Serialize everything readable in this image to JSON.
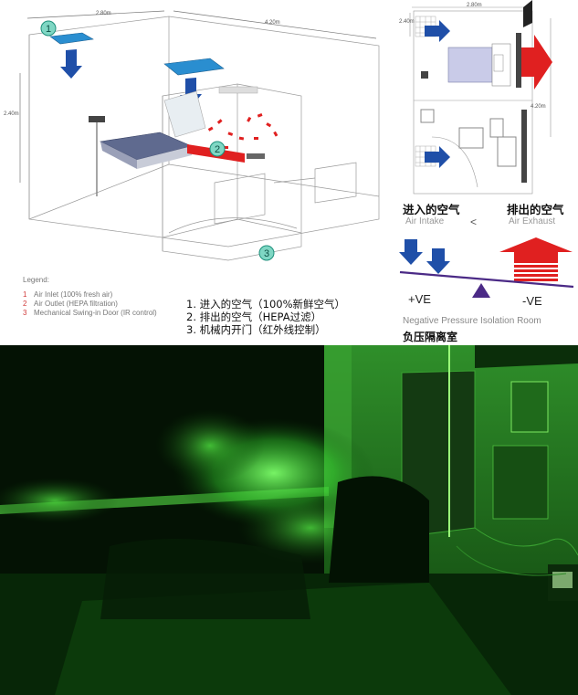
{
  "diagram_left": {
    "marker_1": "1",
    "marker_2": "2",
    "marker_3": "3",
    "dim_width": "2.80m",
    "dim_length": "4.20m",
    "dim_height": "2.40m"
  },
  "legend": {
    "title": "Legend:",
    "items": [
      {
        "num": "1",
        "text": "Air Inlet (100% fresh air)"
      },
      {
        "num": "2",
        "text": "Air Outlet (HEPA filtration)"
      },
      {
        "num": "3",
        "text": "Mechanical Swing-in Door (IR control)"
      }
    ]
  },
  "cn_list": [
    "1. 进入的空气（100%新鲜空气）",
    "2. 排出的空气（HEPA过滤）",
    "3. 机械内开门（红外线控制）"
  ],
  "diagram_right": {
    "dim_top": "2.80m",
    "dim_left": "2.40m",
    "dim_right": "4.20m",
    "intake_cn": "进入的空气",
    "intake_en": "Air Intake",
    "exhaust_cn": "排出的空气",
    "exhaust_en": "Air Exhaust",
    "less_than": "<",
    "positive": "+VE",
    "negative": "-VE",
    "room_en": "Negative Pressure Isolation Room",
    "room_cn": "负压隔离室"
  },
  "colors": {
    "arrow_blue": "#1f4fa8",
    "arrow_red": "#e02020",
    "marker_teal": "#1c8f7a",
    "laser_green": "#2fd83a",
    "balance_purple": "#4b2a86"
  }
}
